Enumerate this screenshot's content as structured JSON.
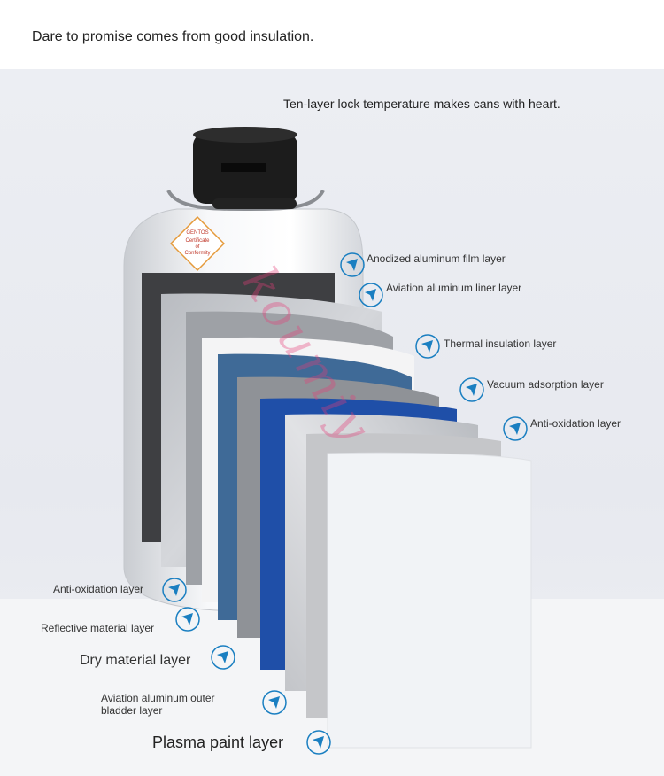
{
  "header": {
    "text": "Dare to promise comes from good insulation."
  },
  "tagline": "Ten-layer lock temperature makes cans with heart.",
  "certificate": {
    "brand": "GENTOS",
    "line1": "Certificate",
    "line2": "of",
    "line3": "Conformity"
  },
  "watermark": "koumiy",
  "labels_right": [
    "Anodized aluminum film layer",
    "Aviation aluminum liner layer",
    "Thermal insulation layer",
    "Vacuum adsorption layer",
    "Anti-oxidation layer"
  ],
  "labels_left": [
    "Anti-oxidation layer",
    "Reflective material layer",
    "Dry material layer",
    "Aviation aluminum outer bladder layer",
    "Plasma paint layer"
  ],
  "colors": {
    "icon_accent": "#1a7fc1",
    "stripe_blue": "#1f4fa8",
    "slate_blue": "#3f6a97"
  }
}
